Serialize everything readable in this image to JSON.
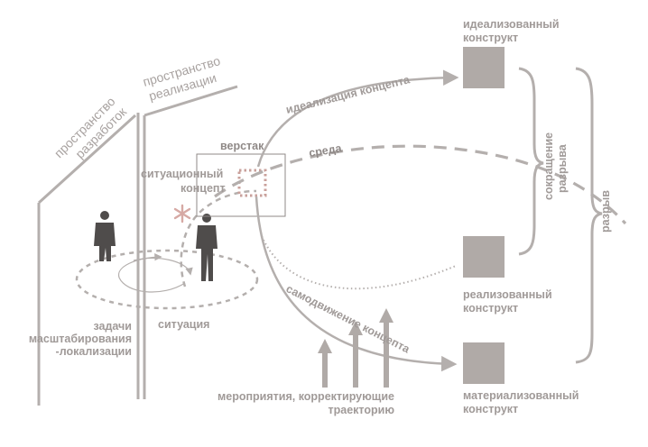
{
  "diagram": {
    "labels": {
      "dev_space_1": "пространство",
      "dev_space_2": "разработок",
      "impl_space_1": "пространство",
      "impl_space_2": "реализации",
      "workbench": "верстак",
      "situational_concept_1": "ситуационный",
      "situational_concept_2": "концепт",
      "environment": "среда",
      "concept_idealization": "идеализация концепта",
      "self_motion": "самодвижение концепта",
      "idealized_1": "идеализованный",
      "idealized_2": "конструкт",
      "realized_1": "реализованный",
      "realized_2": "конструкт",
      "materialized_1": "материализованный",
      "materialized_2": "конструкт",
      "gap_reduction_1": "сокращение",
      "gap_reduction_2": "разрыва",
      "gap": "разрыв",
      "situation": "ситуация",
      "tasks_1": "задачи",
      "tasks_2": "масштабирования",
      "tasks_3": "-локализации",
      "measures_1": "мероприятия, корректирующие",
      "measures_2": "траекторию"
    },
    "colors": {
      "line": "#b4afad",
      "box": "#b0aaa7",
      "person": "#4f4c4b",
      "dotted_square": "#c9a09b",
      "asterisk": "#d6a9a4"
    }
  }
}
